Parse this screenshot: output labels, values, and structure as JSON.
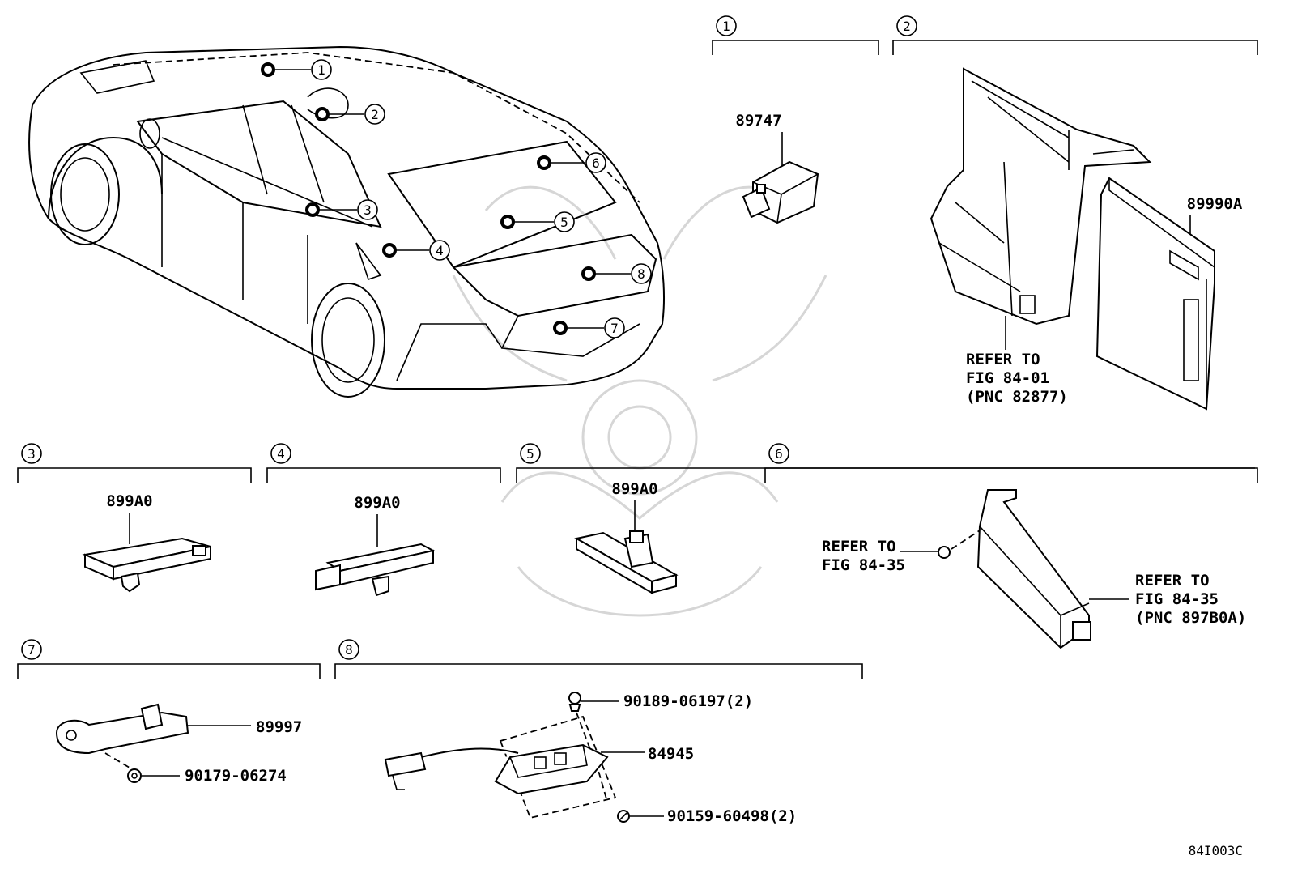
{
  "diagram": {
    "callouts": [
      "1",
      "2",
      "3",
      "4",
      "5",
      "6",
      "7",
      "8"
    ],
    "sections": [
      {
        "id": "1",
        "parts": [
          "89747"
        ]
      },
      {
        "id": "2",
        "parts": [
          "89990A"
        ],
        "ref": [
          "REFER TO",
          "FIG 84-01",
          "(PNC 82877)"
        ]
      },
      {
        "id": "3",
        "parts": [
          "899A0"
        ]
      },
      {
        "id": "4",
        "parts": [
          "899A0"
        ]
      },
      {
        "id": "5",
        "parts": [
          "899A0"
        ]
      },
      {
        "id": "6",
        "ref_left": [
          "REFER TO",
          "FIG 84-35"
        ],
        "ref_right": [
          "REFER TO",
          "FIG 84-35",
          "(PNC 897B0A)"
        ]
      },
      {
        "id": "7",
        "parts": [
          "89997",
          "90179-06274"
        ]
      },
      {
        "id": "8",
        "parts": [
          "90189-06197(2)",
          "84945",
          "90159-60498(2)"
        ]
      }
    ],
    "figure_code": "84I003C"
  }
}
